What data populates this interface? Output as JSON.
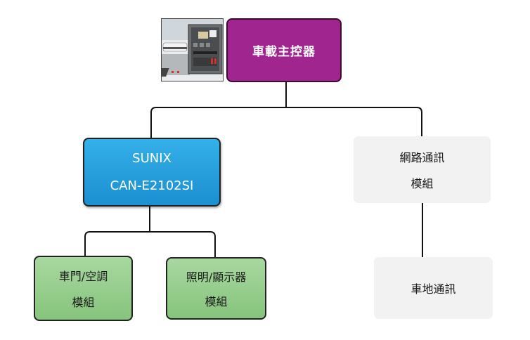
{
  "diagram": {
    "root": {
      "label": "車載主控器",
      "image": "vehicle-controller-cabinet-photo"
    },
    "controller": {
      "line1": "SUNIX",
      "line2": "CAN-E2102SI"
    },
    "network": {
      "line1": "網路通訊",
      "line2": "模組"
    },
    "door_ac": {
      "line1": "車門/空調",
      "line2": "模組"
    },
    "lighting_display": {
      "line1": "照明/顯示器",
      "line2": "模組"
    },
    "train_ground": {
      "label": "車地通訊"
    },
    "colors": {
      "root": "#a0258f",
      "controller": "#1b8fd0",
      "modules": "#94cc8a",
      "network": "#f2f2f2",
      "connector": "#111111"
    }
  }
}
